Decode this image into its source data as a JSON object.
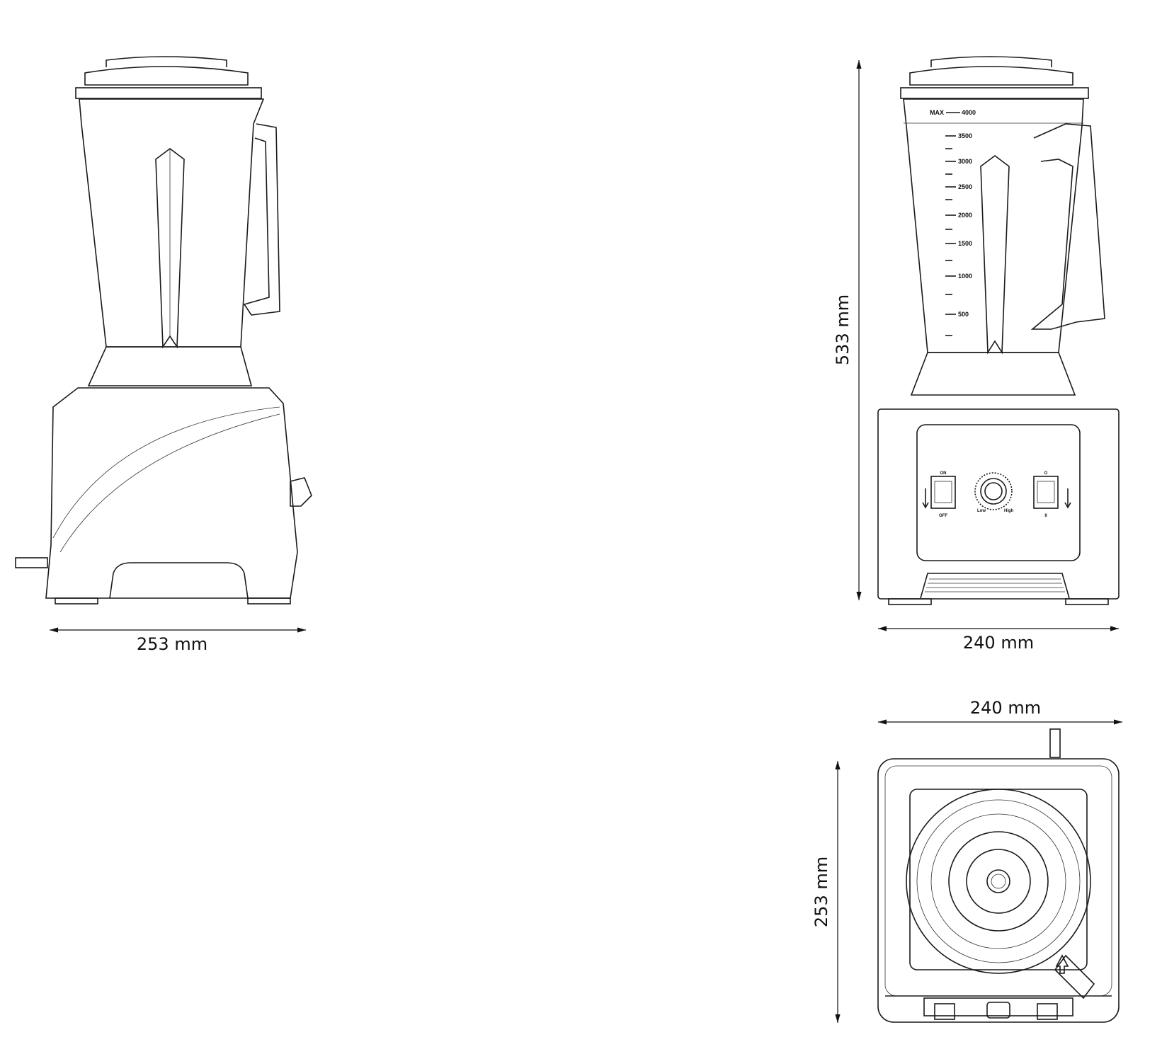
{
  "side_view": {
    "width_label": "253 mm"
  },
  "front_view": {
    "width_label": "240 mm",
    "height_label": "533 mm",
    "max_label": "MAX",
    "scale_marks": [
      "4000",
      "3500",
      "3000",
      "2500",
      "2000",
      "1500",
      "1000",
      "500"
    ],
    "switch_left": {
      "top": "ON",
      "bottom": "OFF"
    },
    "knob": {
      "low": "Low",
      "high": "High"
    },
    "switch_right": {
      "top": "O",
      "bottom": "II"
    }
  },
  "top_view": {
    "width_label": "240 mm",
    "depth_label": "253 mm"
  },
  "colors": {
    "line": "#1a1a1a",
    "background": "#ffffff"
  }
}
